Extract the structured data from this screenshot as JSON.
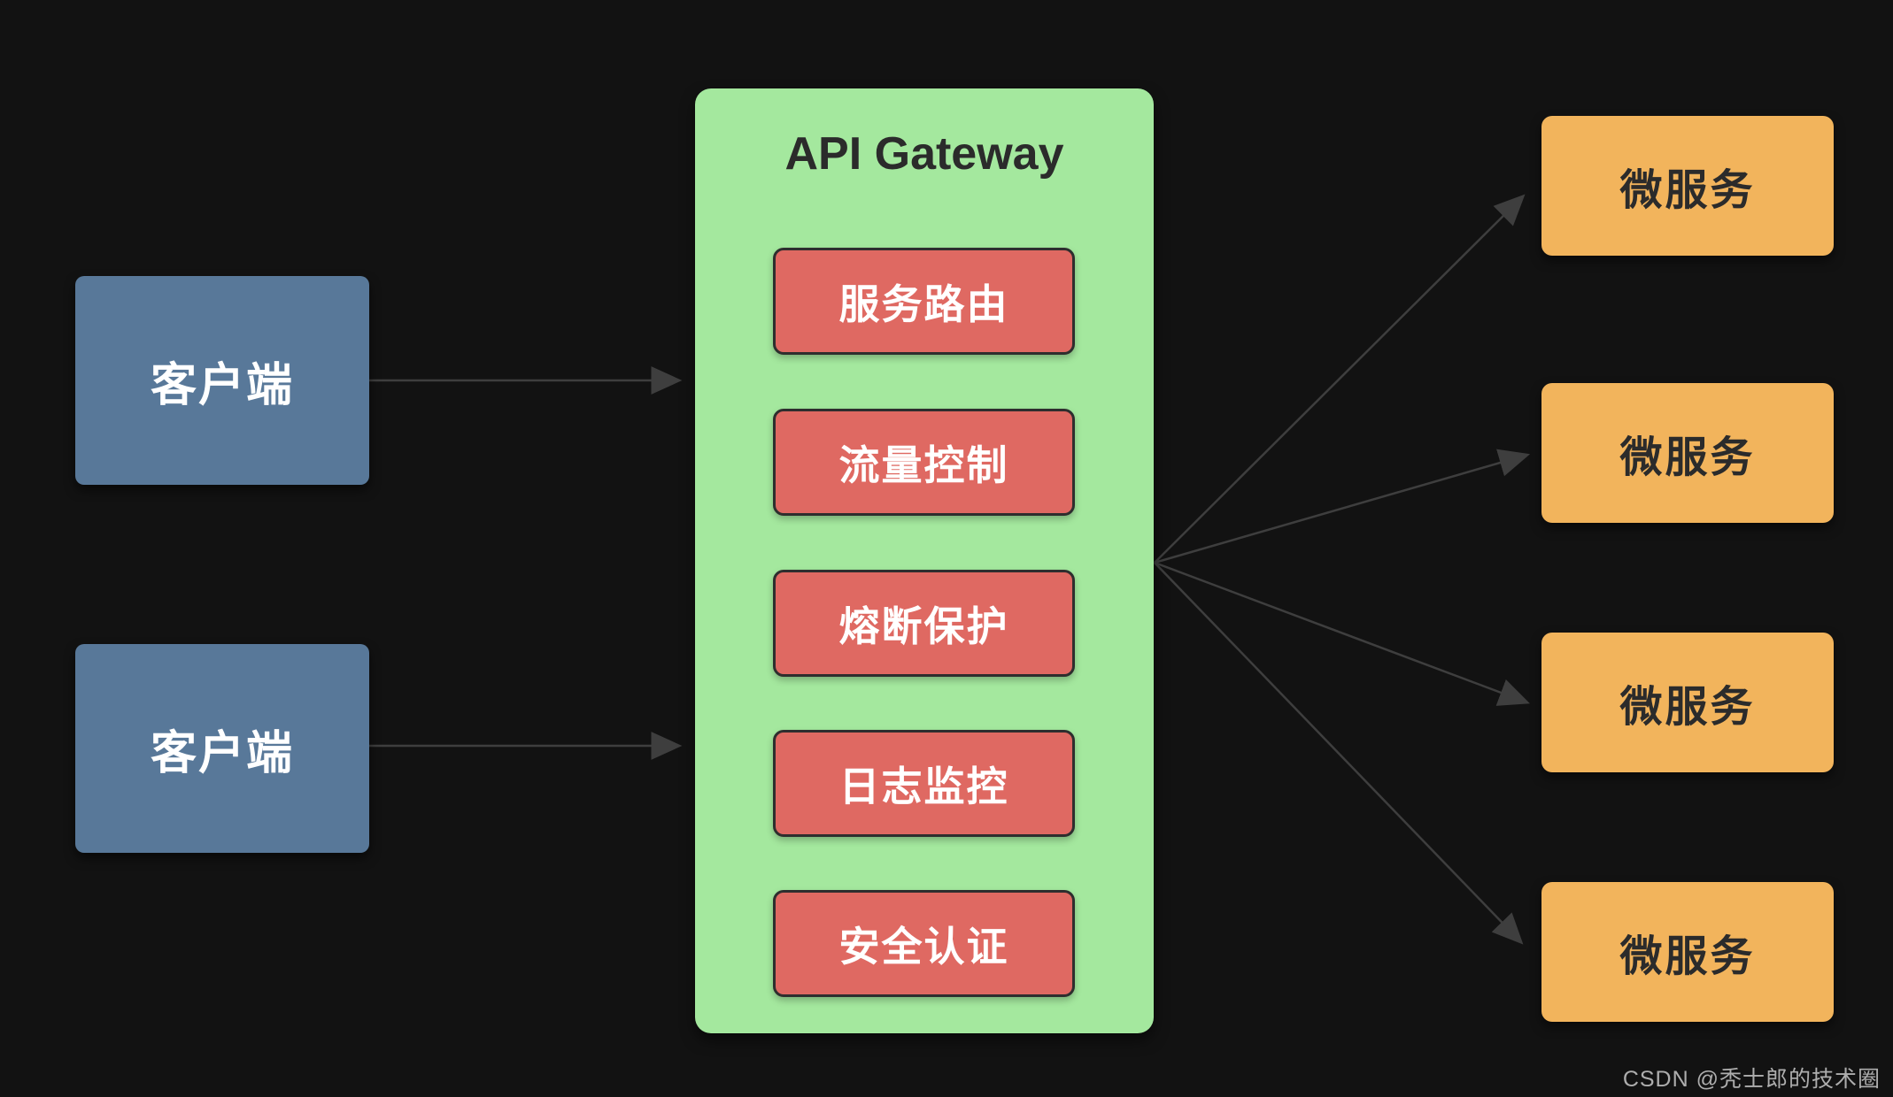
{
  "diagram": {
    "clients": [
      {
        "label": "客户端"
      },
      {
        "label": "客户端"
      }
    ],
    "gateway": {
      "title": "API Gateway",
      "features": [
        {
          "label": "服务路由"
        },
        {
          "label": "流量控制"
        },
        {
          "label": "熔断保护"
        },
        {
          "label": "日志监控"
        },
        {
          "label": "安全认证"
        }
      ]
    },
    "microservices": [
      {
        "label": "微服务"
      },
      {
        "label": "微服务"
      },
      {
        "label": "微服务"
      },
      {
        "label": "微服务"
      }
    ],
    "watermark": "CSDN @秃士郎的技术圈",
    "colors": {
      "bg": "#121212",
      "client": "#587899",
      "gateway": "#a4e89e",
      "feature": "#df6962",
      "feature-border": "#2e2e2e",
      "microservice": "#f2b45c",
      "arrow": "#3e3e3e",
      "text-light": "#ffffff",
      "text-dark": "#2b2b2b",
      "watermark": "#c9c9c9"
    }
  }
}
